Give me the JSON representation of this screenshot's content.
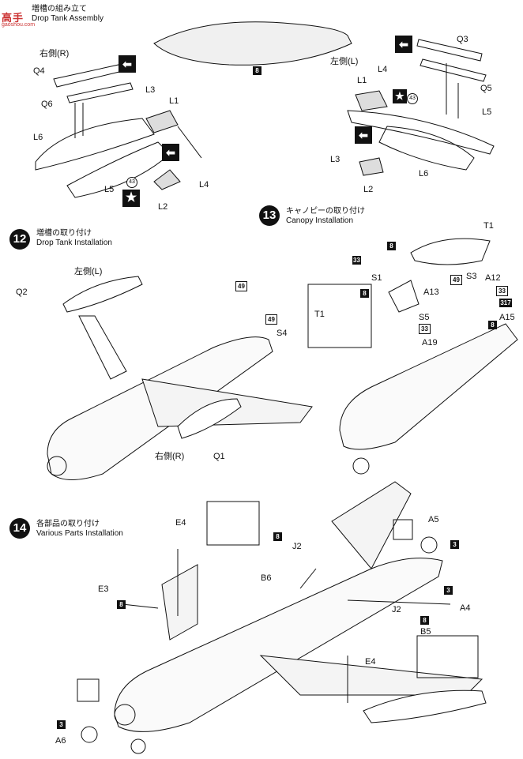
{
  "site_logo": {
    "text": "高手",
    "sub": "gaoshou.com"
  },
  "section11": {
    "title_jp": "増槽の組み立て",
    "title_en": "Drop Tank Assembly",
    "right_side": "右側(R)",
    "left_side": "左側(L)"
  },
  "section12": {
    "number": "12",
    "title_jp": "増槽の取り付け",
    "title_en": "Drop Tank Installation",
    "left_side": "左側(L)",
    "right_side": "右側(R)"
  },
  "section13": {
    "number": "13",
    "title_jp": "キャノピーの取り付け",
    "title_en": "Canopy Installation"
  },
  "section14": {
    "number": "14",
    "title_jp": "各部品の取り付け",
    "title_en": "Various Parts Installation"
  },
  "labels": {
    "Q4": "Q4",
    "Q6": "Q6",
    "L6": "L6",
    "L5": "L5",
    "L3": "L3",
    "L1": "L1",
    "L2": "L2",
    "L4": "L4",
    "Q3": "Q3",
    "Q5": "Q5",
    "Q2": "Q2",
    "Q1": "Q1",
    "S4": "S4",
    "T1": "T1",
    "S1": "S1",
    "S3": "S3",
    "S5": "S5",
    "A12": "A12",
    "A13": "A13",
    "A15": "A15",
    "A19": "A19",
    "E4": "E4",
    "E3": "E3",
    "J2": "J2",
    "B6": "B6",
    "B5": "B5",
    "A4": "A4",
    "A5": "A5",
    "A6": "A6"
  },
  "color_codes": {
    "c8": "8",
    "c3": "3",
    "c33": "33",
    "c49": "49",
    "c317": "317",
    "c43": "43"
  }
}
